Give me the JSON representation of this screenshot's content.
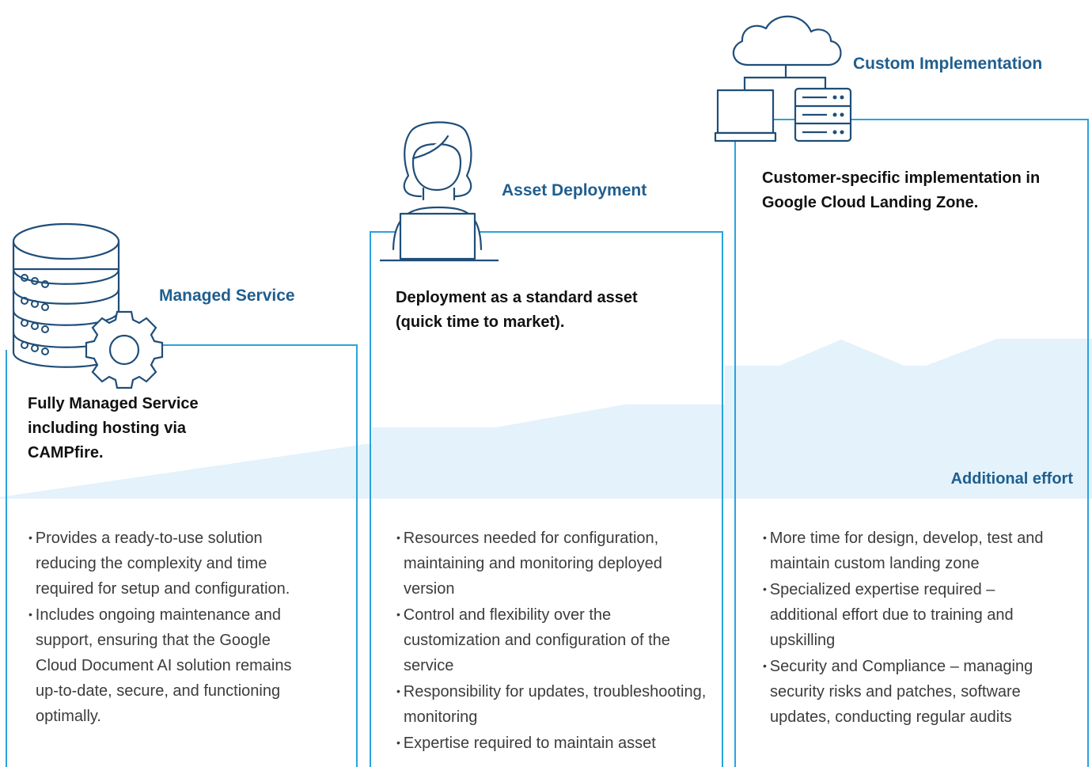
{
  "colors": {
    "accent_blue": "#2aa3dc",
    "title_blue": "#1f5e8f",
    "icon_navy": "#1f4e79",
    "effort_band": "#e3f2fb"
  },
  "columns": [
    {
      "icon": "database-gear-icon",
      "title": "Managed Service",
      "headline": "Fully Managed Service including hosting via CAMPfire.",
      "bullets": [
        "Provides a ready-to-use solution reducing the complexity and time required for setup and configuration.",
        "Includes ongoing maintenance and support, ensuring that the Google Cloud Document AI solution remains up-to-date, secure, and functioning optimally."
      ]
    },
    {
      "icon": "person-laptop-icon",
      "title": "Asset Deployment",
      "headline": "Deployment as a standard asset (quick time to market).",
      "bullets": [
        "Resources needed for configuration, maintaining and monitoring deployed version",
        "Control and flexibility over the customization and configuration of the service",
        "Responsibility for updates, troubleshooting, monitoring",
        "Expertise required to maintain asset"
      ]
    },
    {
      "icon": "cloud-network-icon",
      "title": "Custom Implementation",
      "headline": "Customer-specific implementation in Google Cloud Landing Zone.",
      "bullets": [
        "More time for design, develop, test and maintain custom landing zone",
        "Specialized expertise required – additional effort due to training and upskilling",
        "Security and Compliance – managing security risks and patches, software updates, conducting regular audits"
      ]
    }
  ],
  "effort_label": "Additional effort"
}
